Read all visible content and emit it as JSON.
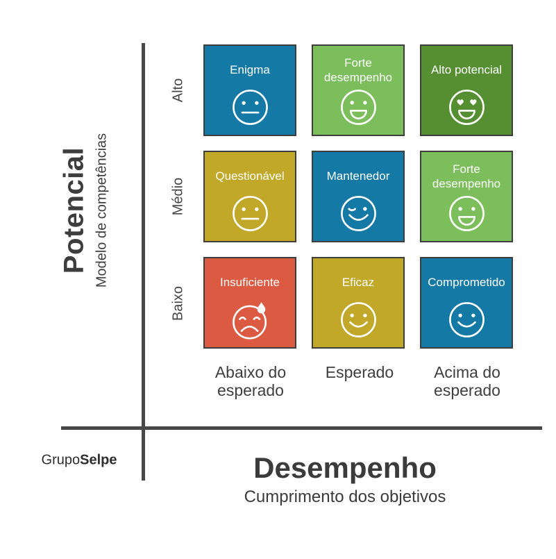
{
  "matrix": {
    "y_axis": {
      "title": "Potencial",
      "subtitle": "Modelo de competências",
      "levels": [
        "Alto",
        "Médio",
        "Baixo"
      ]
    },
    "x_axis": {
      "title": "Desempenho",
      "subtitle": "Cumprimento dos objetivos",
      "levels": [
        "Abaixo do esperado",
        "Esperado",
        "Acima do esperado"
      ]
    },
    "cells": [
      {
        "row": "Alto",
        "column": "Abaixo do esperado",
        "label": "Enigma",
        "color": "#1579A6",
        "icon": "neutral-face"
      },
      {
        "row": "Alto",
        "column": "Esperado",
        "label": "Forte desempenho",
        "color": "#7CBE5B",
        "icon": "grin-face"
      },
      {
        "row": "Alto",
        "column": "Acima do esperado",
        "label": "Alto potencial",
        "color": "#568F31",
        "icon": "heart-eyes-face"
      },
      {
        "row": "Médio",
        "column": "Abaixo do esperado",
        "label": "Questionável",
        "color": "#C2A829",
        "icon": "neutral-face"
      },
      {
        "row": "Médio",
        "column": "Esperado",
        "label": "Mantenedor",
        "color": "#1579A6",
        "icon": "wink-face"
      },
      {
        "row": "Médio",
        "column": "Acima do esperado",
        "label": "Forte desempenho",
        "color": "#7CBE5B",
        "icon": "grin-face"
      },
      {
        "row": "Baixo",
        "column": "Abaixo do esperado",
        "label": "Insuficiente",
        "color": "#DC5A42",
        "icon": "sad-sweat-face"
      },
      {
        "row": "Baixo",
        "column": "Esperado",
        "label": "Eficaz",
        "color": "#C2A829",
        "icon": "smile-face"
      },
      {
        "row": "Baixo",
        "column": "Acima do esperado",
        "label": "Comprometido",
        "color": "#1579A6",
        "icon": "smile-face"
      }
    ]
  },
  "logo": {
    "prefix": "Grupo",
    "suffix": "Selpe"
  },
  "colors": {
    "blue": "#1579A6",
    "light_green": "#7CBE5B",
    "dark_green": "#568F31",
    "gold": "#C2A829",
    "red": "#DC5A42",
    "axis_line": "#474747",
    "text_dark": "#3D3D3D",
    "cell_text": "#FFFFFF"
  }
}
